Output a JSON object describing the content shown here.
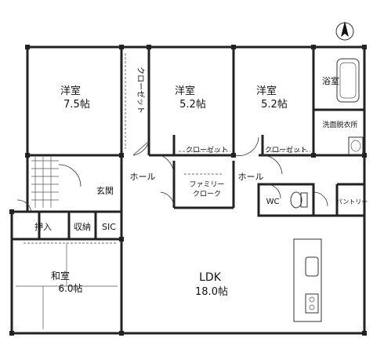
{
  "rooms": {
    "western1": {
      "name": "洋室",
      "size": "7.5帖"
    },
    "closet_vertical": {
      "name": "クローゼット"
    },
    "western2": {
      "name": "洋室",
      "size": "5.2帖"
    },
    "western3": {
      "name": "洋室",
      "size": "5.2帖"
    },
    "bath": {
      "name": "浴室"
    },
    "washroom": {
      "name": "洗面脱衣所"
    },
    "closet2": {
      "name": "クローゼット"
    },
    "closet3": {
      "name": "クローゼット"
    },
    "hall_left": {
      "name": "ホール"
    },
    "hall_right": {
      "name": "ホール"
    },
    "family_cloak": {
      "line1": "ファミリー",
      "line2": "クローク"
    },
    "entrance": {
      "name": "玄関"
    },
    "wc": {
      "name": "WC"
    },
    "pantry": {
      "name": "パントリー"
    },
    "oshiire": {
      "name": "押入"
    },
    "storage": {
      "name": "収納"
    },
    "sic": {
      "name": "SIC"
    },
    "washitsu": {
      "name": "和室",
      "size": "6.0帖"
    },
    "ldk": {
      "name": "LDK",
      "size": "18.0帖"
    }
  },
  "icons": {
    "north": "north-arrow-icon"
  }
}
